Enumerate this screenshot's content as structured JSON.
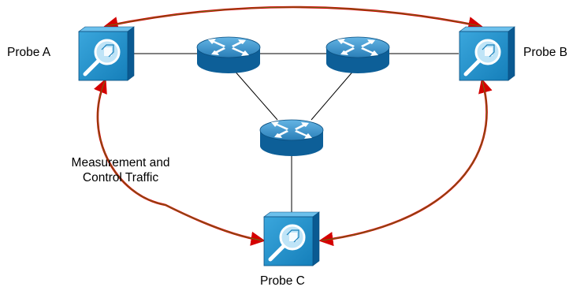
{
  "probes": {
    "a": {
      "label": "Probe A"
    },
    "b": {
      "label": "Probe B"
    },
    "c": {
      "label": "Probe C"
    }
  },
  "traffic_label": {
    "line1": "Measurement and",
    "line2": "Control Traffic"
  },
  "colors": {
    "probe_face": "#1e8fc8",
    "probe_side": "#0a5a92",
    "probe_top": "#5fb7e6",
    "router_top": "#3a8fc4",
    "router_side": "#0d5f98",
    "link": "#000000",
    "traffic_arc": "#d40000",
    "traffic_arc_inner": "#4a8a1a"
  },
  "icons": {
    "probe": "magnifier-probe-icon",
    "router": "router-icon"
  }
}
